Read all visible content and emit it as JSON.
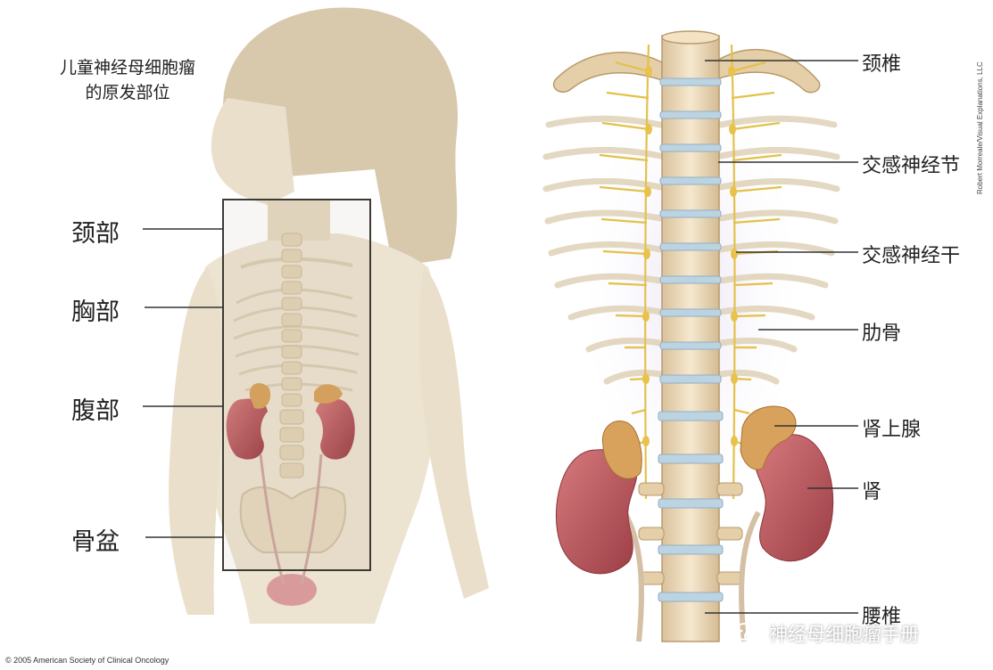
{
  "title": {
    "line1": "儿童神经母细胞瘤",
    "line2": "的原发部位"
  },
  "left_labels": {
    "neck": "颈部",
    "chest": "胸部",
    "abdomen": "腹部",
    "pelvis": "骨盆"
  },
  "right_labels": {
    "cervical": "颈椎",
    "ganglion": "交感神经节",
    "trunk": "交感神经干",
    "rib": "肋骨",
    "adrenal": "肾上腺",
    "kidney": "肾",
    "lumbar": "腰椎"
  },
  "copyright": "© 2005 American Society of Clinical Oncology",
  "credit": "Robert Morreale/Visual Explanations, LLC",
  "watermark": "神经母细胞瘤手册",
  "colors": {
    "skin": "#e9ddc8",
    "hair": "#d9cbb0",
    "bone": "#ecd9b8",
    "disc": "#bcd3e2",
    "nerve": "#e3c14a",
    "kidney": "#b8535a",
    "adrenal": "#d9a25c"
  }
}
